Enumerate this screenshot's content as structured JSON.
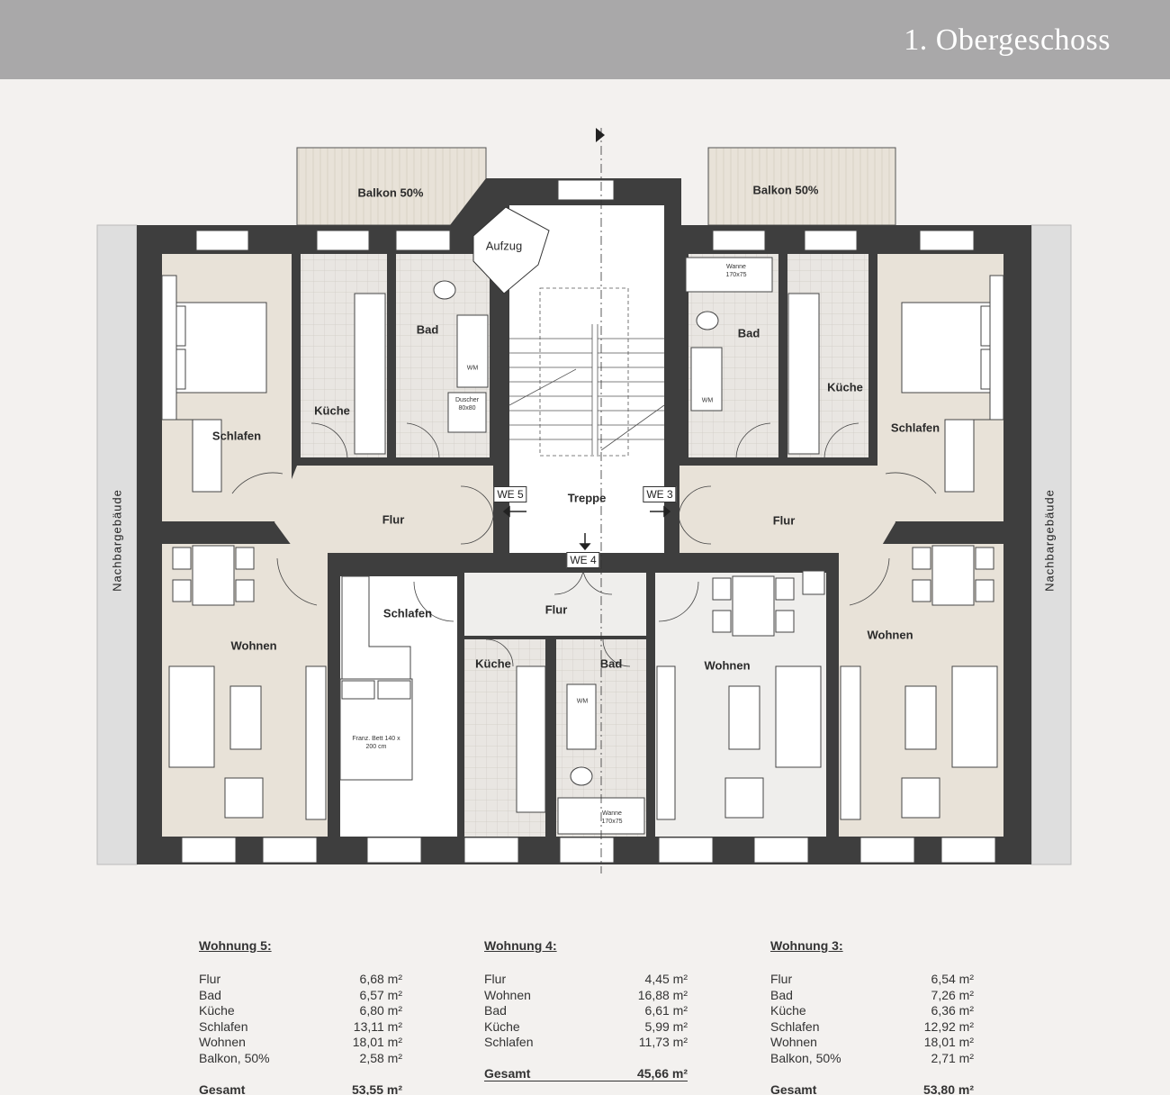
{
  "header": {
    "title": "1. Obergeschoss"
  },
  "plan": {
    "rooms": {
      "balkon_left": "Balkon 50%",
      "balkon_right": "Balkon 50%",
      "aufzug": "Aufzug",
      "bad_5": "Bad",
      "kueche_5": "Küche",
      "schlafen_5": "Schlafen",
      "flur_5": "Flur",
      "wohnen_5": "Wohnen",
      "treppe": "Treppe",
      "bad_3": "Bad",
      "kueche_3": "Küche",
      "schlafen_3": "Schlafen",
      "flur_3": "Flur",
      "wohnen_3": "Wohnen",
      "schlafen_4": "Schlafen",
      "flur_4": "Flur",
      "kueche_4": "Küche",
      "bad_4": "Bad",
      "wohnen_4": "Wohnen"
    },
    "entrances": {
      "we5": "WE 5",
      "we3": "WE 3",
      "we4": "WE 4"
    },
    "fixtures": {
      "dusche": "Duscher 80x80",
      "wanne": "Wanne 170x75",
      "wm": "WM",
      "bett": "Franz. Bett 140 x 200 cm"
    },
    "neighbor": "Nachbargebäude"
  },
  "apartments": [
    {
      "title": "Wohnung 5:",
      "rows": [
        {
          "room": "Flur",
          "area": "6,68 m²"
        },
        {
          "room": "Bad",
          "area": "6,57 m²"
        },
        {
          "room": "Küche",
          "area": "6,80 m²"
        },
        {
          "room": "Schlafen",
          "area": "13,11 m²"
        },
        {
          "room": "Wohnen",
          "area": "18,01 m²"
        },
        {
          "room": "Balkon, 50%",
          "area": "2,58 m²"
        }
      ],
      "total_label": "Gesamt",
      "total": "53,55 m²"
    },
    {
      "title": "Wohnung 4:",
      "rows": [
        {
          "room": "Flur",
          "area": "4,45 m²"
        },
        {
          "room": "Wohnen",
          "area": "16,88 m²"
        },
        {
          "room": "Bad",
          "area": "6,61 m²"
        },
        {
          "room": "Küche",
          "area": "5,99 m²"
        },
        {
          "room": "Schlafen",
          "area": "11,73 m²"
        }
      ],
      "total_label": "Gesamt",
      "total": "45,66 m²"
    },
    {
      "title": "Wohnung 3:",
      "rows": [
        {
          "room": "Flur",
          "area": "6,54 m²"
        },
        {
          "room": "Bad",
          "area": "7,26 m²"
        },
        {
          "room": "Küche",
          "area": "6,36 m²"
        },
        {
          "room": "Schlafen",
          "area": "12,92 m²"
        },
        {
          "room": "Wohnen",
          "area": "18,01 m²"
        },
        {
          "room": "Balkon, 50%",
          "area": "2,71 m²"
        }
      ],
      "total_label": "Gesamt",
      "total": "53,80 m²"
    }
  ],
  "colors": {
    "header_bg": "#a9a8a9",
    "page_bg": "#f3f1ef",
    "wall": "#3e3e3e",
    "beige_room": "#e8e2d8",
    "light_room": "#efeeec",
    "white_room": "#ffffff",
    "tile": "#e6e3df",
    "neighbor": "#dedede"
  }
}
